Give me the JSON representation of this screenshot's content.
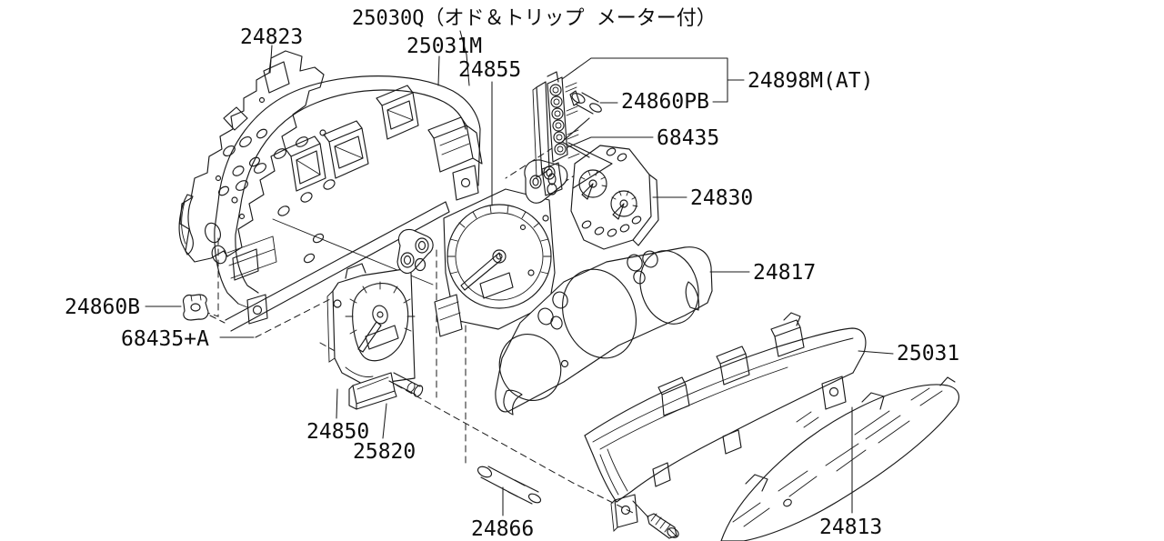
{
  "colors": {
    "background": "#ffffff",
    "line": "#1a1a1a",
    "text": "#0d0d0d"
  },
  "diagram_title": {
    "text": "25030Q（オド＆トリップ メーター付）"
  },
  "part_labels": {
    "p24823": {
      "text": "24823"
    },
    "p25031M": {
      "text": "25031M"
    },
    "p24855": {
      "text": "24855"
    },
    "p24898M": {
      "text": "24898M(AT)"
    },
    "p24860PB": {
      "text": "24860PB"
    },
    "p68435": {
      "text": "68435"
    },
    "p24830": {
      "text": "24830"
    },
    "p24817": {
      "text": "24817"
    },
    "p25031": {
      "text": "25031"
    },
    "p24813": {
      "text": "24813"
    },
    "p24860B": {
      "text": "24860B"
    },
    "p68435A": {
      "text": "68435+A"
    },
    "p24850": {
      "text": "24850"
    },
    "p25820": {
      "text": "25820"
    },
    "p24866": {
      "text": "24866"
    }
  }
}
